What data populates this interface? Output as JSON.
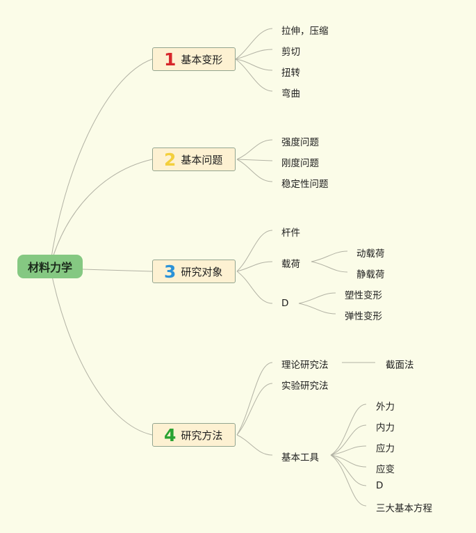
{
  "root": {
    "label": "材料力学"
  },
  "branches": [
    {
      "num": "1",
      "num_color": "#d7262a",
      "label": "基本变形",
      "leaves": [
        "拉伸，压缩",
        "剪切",
        "扭转",
        "弯曲"
      ]
    },
    {
      "num": "2",
      "num_color": "#f3cf3d",
      "label": "基本问题",
      "leaves": [
        "强度问题",
        "刚度问题",
        "稳定性问题"
      ]
    },
    {
      "num": "3",
      "num_color": "#2c92d8",
      "label": "研究对象",
      "leaves": [
        "杆件",
        "载荷",
        "D"
      ],
      "sub": {
        "load": [
          "动载荷",
          "静载荷"
        ],
        "d": [
          "塑性变形",
          "弹性变形"
        ]
      }
    },
    {
      "num": "4",
      "num_color": "#2aa232",
      "label": "研究方法",
      "leaves": [
        "理论研究法",
        "实验研究法",
        "基本工具"
      ],
      "sub": {
        "theory": [
          "截面法"
        ],
        "tools": [
          "外力",
          "内力",
          "应力",
          "应变",
          "D",
          "三大基本方程"
        ]
      }
    }
  ]
}
